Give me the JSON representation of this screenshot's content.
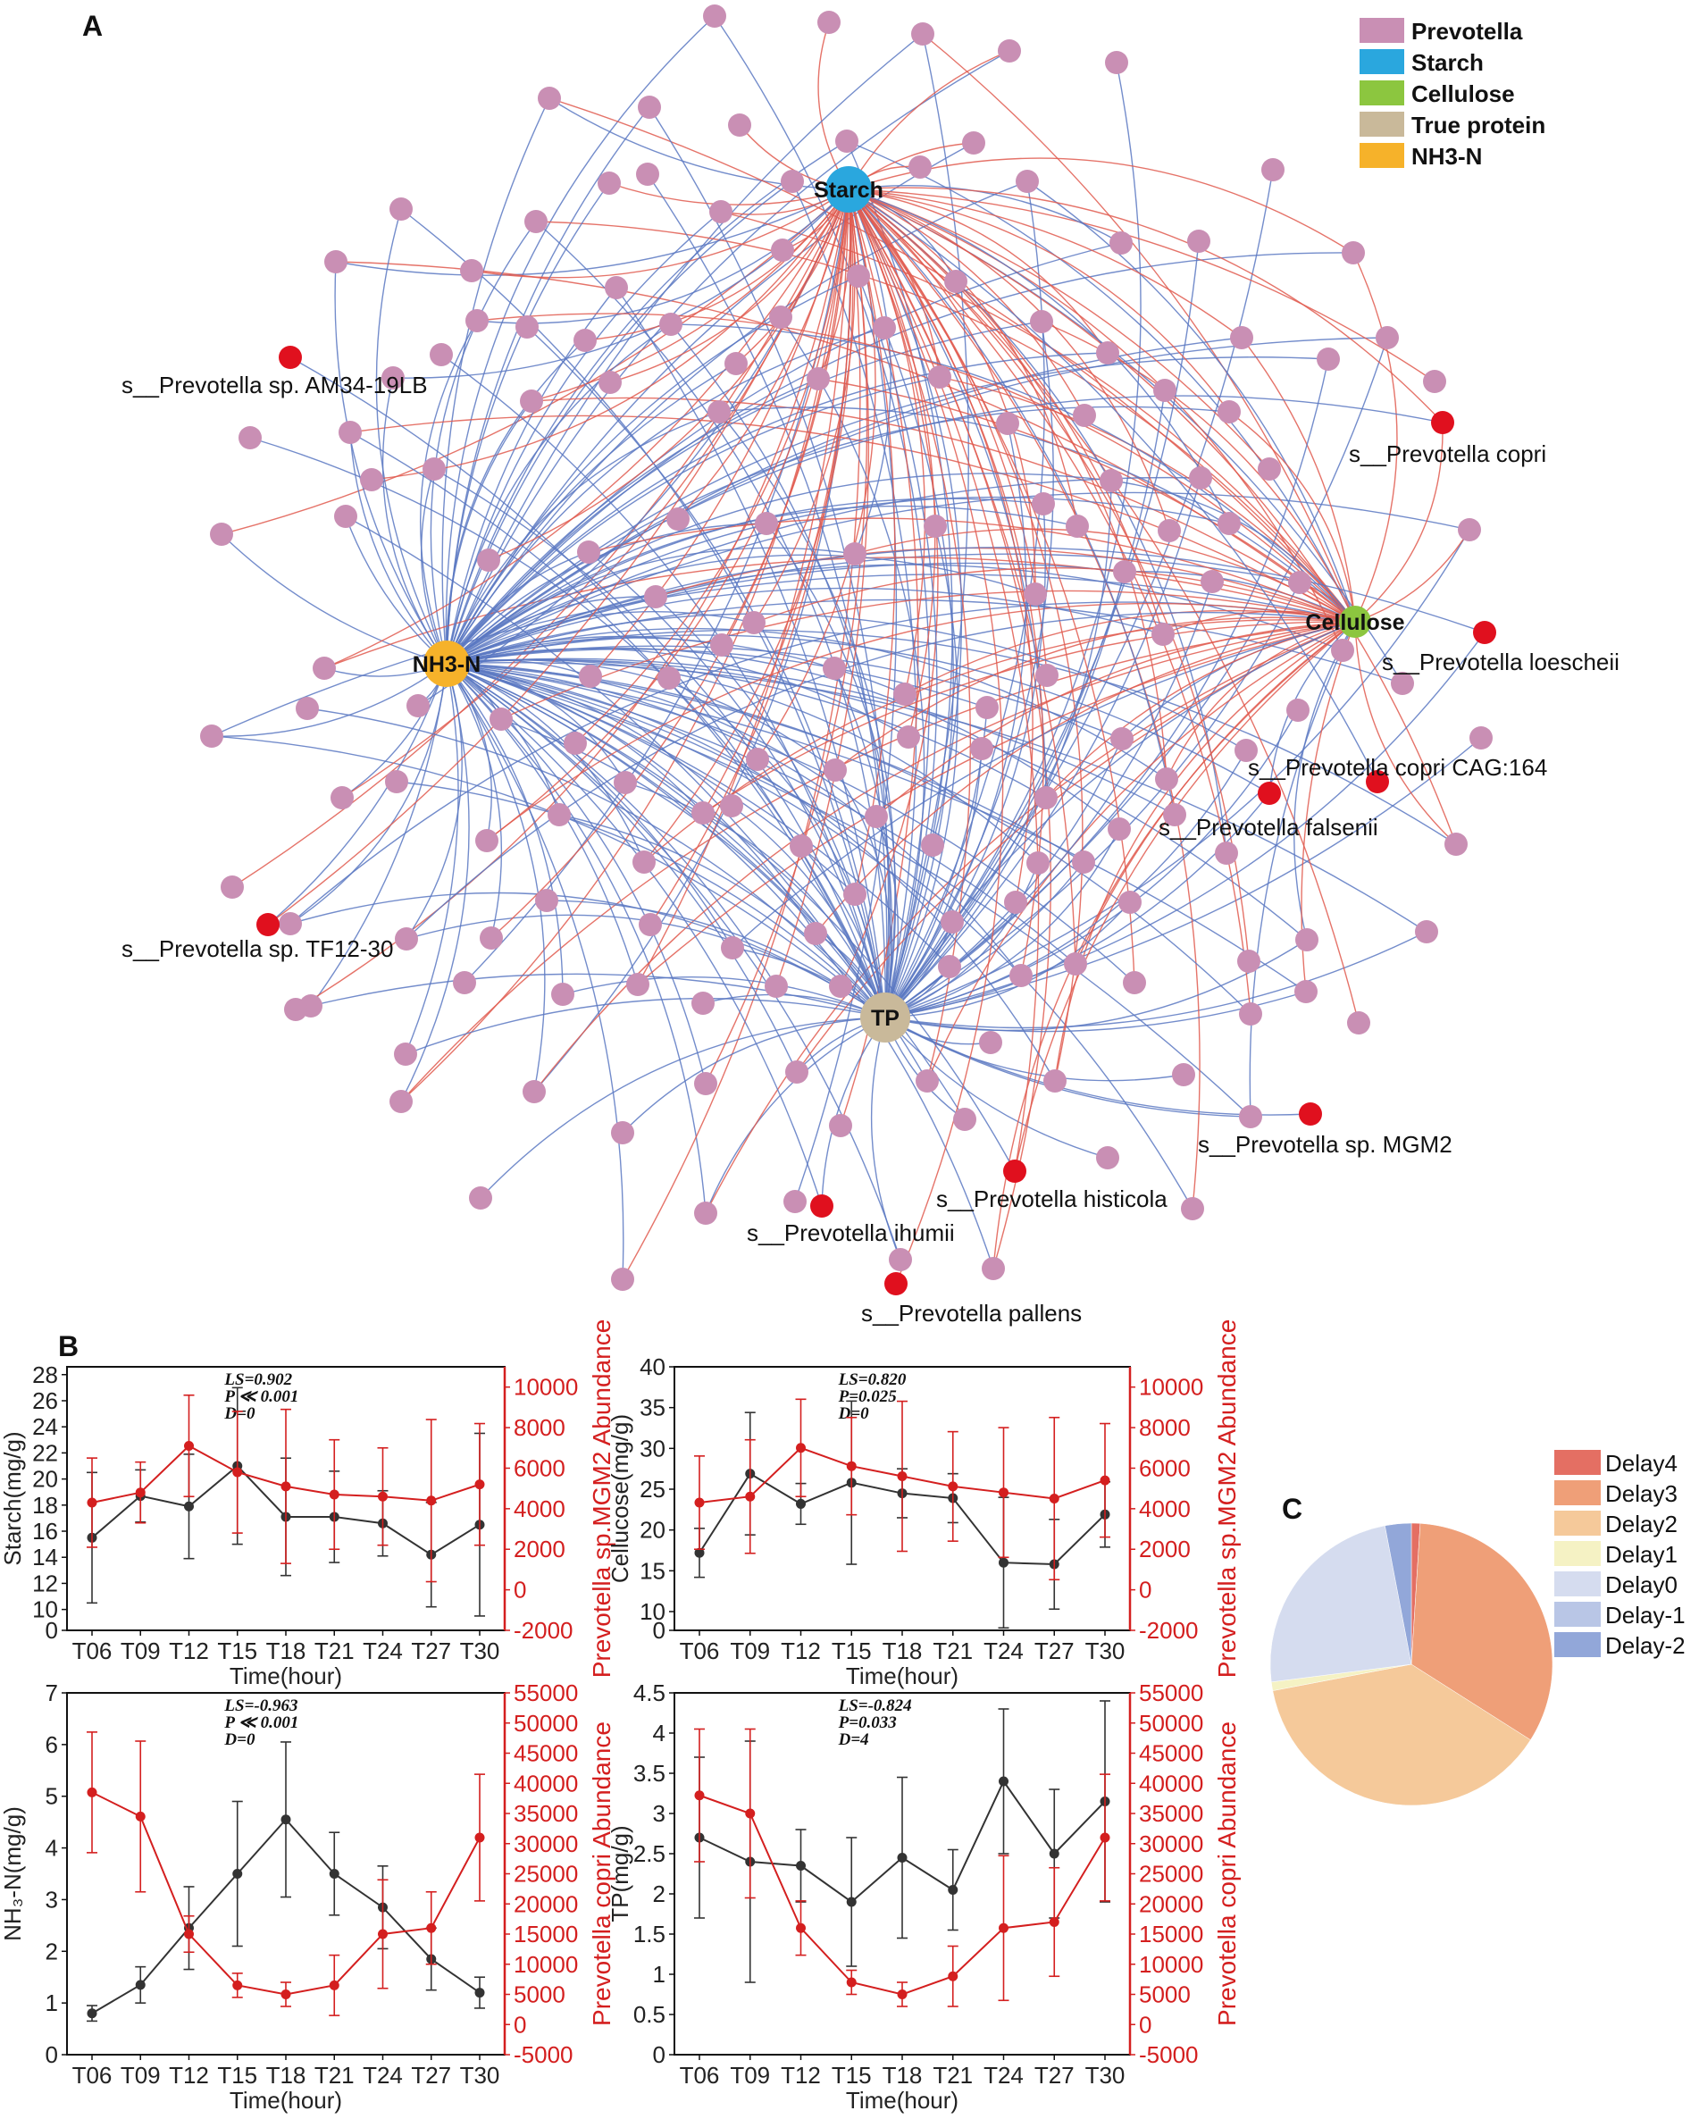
{
  "panels": {
    "a": "A",
    "b": "B",
    "c": "C"
  },
  "network": {
    "legend": [
      {
        "label": "Prevotella",
        "color": "#c98fb4"
      },
      {
        "label": "Starch",
        "color": "#2aa7de"
      },
      {
        "label": "Cellulose",
        "color": "#8cc63f"
      },
      {
        "label": "True protein",
        "color": "#c9b99a"
      },
      {
        "label": "NH3-N",
        "color": "#f6b22a"
      }
    ],
    "hubs": [
      {
        "id": "starch",
        "label": "Starch",
        "color": "#2aa7de"
      },
      {
        "id": "nh3",
        "label": "NH3-N",
        "color": "#f6b22a"
      },
      {
        "id": "cellulose",
        "label": "Cellulose",
        "color": "#8cc63f"
      },
      {
        "id": "tp",
        "label": "TP",
        "color": "#c9b99a"
      }
    ],
    "highlighted_species": [
      "s__Prevotella sp. AM34-19LB",
      "s__Prevotella copri",
      "s__Prevotella loescheii",
      "s__Prevotella copri CAG:164",
      "s__Prevotella falsenii",
      "s__Prevotella sp. TF12-30",
      "s__Prevotella sp. MGM2",
      "s__Prevotella histicola",
      "s__Prevotella ihumii",
      "s__Prevotella pallens"
    ],
    "edge_colors": {
      "positive": "#e05a4f",
      "negative": "#5b78c2"
    },
    "node_color": "#c98fb4",
    "highlight_color": "#e0101e"
  },
  "chart_data": [
    {
      "type": "line",
      "categories": [
        "T06",
        "T09",
        "T12",
        "T15",
        "T18",
        "T21",
        "T24",
        "T27",
        "T30"
      ],
      "xlabel": "Time(hour)",
      "ylabel": "Starch(mg/g)",
      "ylabel_right": "Prevotella sp.MGM2 Abundance",
      "yticks": [
        "0",
        "10",
        "12",
        "14",
        "16",
        "18",
        "20",
        "22",
        "24",
        "26",
        "28"
      ],
      "yticks_right": [
        "-2000",
        "0",
        "2000",
        "4000",
        "6000",
        "8000",
        "10000"
      ],
      "annotation": [
        "LS=0.902",
        "P ≪ 0.001",
        "D=0"
      ],
      "series": [
        {
          "axis": "left",
          "color": "#333333",
          "values": [
            15.5,
            18.7,
            17.9,
            21.0,
            17.1,
            17.1,
            16.6,
            14.2,
            16.5
          ],
          "err": [
            5.0,
            2.0,
            4.0,
            6.0,
            4.5,
            3.5,
            2.5,
            4.0,
            7.0
          ]
        },
        {
          "axis": "right",
          "color": "#d41f1f",
          "values": [
            4300,
            4800,
            7100,
            5800,
            5100,
            4700,
            4600,
            4400,
            5200
          ],
          "err": [
            2200,
            1500,
            2500,
            3000,
            3800,
            2700,
            2400,
            4000,
            3000
          ]
        }
      ]
    },
    {
      "type": "line",
      "categories": [
        "T06",
        "T09",
        "T12",
        "T15",
        "T18",
        "T21",
        "T24",
        "T27",
        "T30"
      ],
      "xlabel": "Time(hour)",
      "ylabel": "Cellucose(mg/g)",
      "ylabel_right": "Prevotella sp.MGM2 Abundance",
      "yticks": [
        "0",
        "10",
        "15",
        "20",
        "25",
        "30",
        "35",
        "40"
      ],
      "yticks_right": [
        "-2000",
        "0",
        "2000",
        "4000",
        "6000",
        "8000",
        "10000"
      ],
      "annotation": [
        "LS=0.820",
        "P=0.025",
        "D=0"
      ],
      "series": [
        {
          "axis": "left",
          "color": "#333333",
          "values": [
            17.2,
            26.9,
            23.2,
            25.8,
            24.5,
            23.9,
            16.0,
            15.8,
            21.9
          ],
          "err": [
            3.0,
            7.5,
            2.5,
            10.0,
            3.0,
            3.0,
            8.0,
            5.5,
            4.0
          ]
        },
        {
          "axis": "right",
          "color": "#d41f1f",
          "values": [
            4300,
            4600,
            7000,
            6100,
            5600,
            5100,
            4800,
            4500,
            5400
          ],
          "err": [
            2300,
            2800,
            2400,
            2400,
            3700,
            2700,
            3200,
            4000,
            2800
          ]
        }
      ]
    },
    {
      "type": "line",
      "categories": [
        "T06",
        "T09",
        "T12",
        "T15",
        "T18",
        "T21",
        "T24",
        "T27",
        "T30"
      ],
      "xlabel": "Time(hour)",
      "ylabel": "NH₃-N(mg/g)",
      "ylabel_right": "Prevotella copri Abundance",
      "yticks": [
        "0",
        "1",
        "2",
        "3",
        "4",
        "5",
        "6",
        "7"
      ],
      "yticks_right": [
        "-5000",
        "0",
        "5000",
        "10000",
        "15000",
        "20000",
        "25000",
        "30000",
        "35000",
        "40000",
        "45000",
        "50000",
        "55000"
      ],
      "annotation": [
        "LS=-0.963",
        "P ≪ 0.001",
        "D=0"
      ],
      "series": [
        {
          "axis": "left",
          "color": "#333333",
          "values": [
            0.8,
            1.35,
            2.45,
            3.5,
            4.55,
            3.5,
            2.85,
            1.85,
            1.2
          ],
          "err": [
            0.15,
            0.35,
            0.8,
            1.4,
            1.5,
            0.8,
            0.8,
            0.6,
            0.3
          ]
        },
        {
          "axis": "right",
          "color": "#d41f1f",
          "values": [
            38500,
            34500,
            15000,
            6500,
            5000,
            6500,
            15000,
            16000,
            31000
          ],
          "err": [
            10000,
            12500,
            3000,
            2000,
            2000,
            5000,
            9000,
            6000,
            10500
          ]
        }
      ]
    },
    {
      "type": "line",
      "categories": [
        "T06",
        "T09",
        "T12",
        "T15",
        "T18",
        "T21",
        "T24",
        "T27",
        "T30"
      ],
      "xlabel": "Time(hour)",
      "ylabel": "TP(mg/g)",
      "ylabel_right": "Prevotella copri Abundance",
      "yticks": [
        "0",
        "0.5",
        "1",
        "1.5",
        "2",
        "2.5",
        "3",
        "3.5",
        "4",
        "4.5"
      ],
      "yticks_right": [
        "-5000",
        "0",
        "5000",
        "10000",
        "15000",
        "20000",
        "25000",
        "30000",
        "35000",
        "40000",
        "45000",
        "50000",
        "55000"
      ],
      "annotation": [
        "LS=-0.824",
        "P=0.033",
        "D=4"
      ],
      "series": [
        {
          "axis": "left",
          "color": "#333333",
          "values": [
            2.7,
            2.4,
            2.35,
            1.9,
            2.45,
            2.05,
            3.4,
            2.5,
            3.15
          ],
          "err": [
            1.0,
            1.5,
            0.45,
            0.8,
            1.0,
            0.5,
            0.9,
            0.8,
            1.25
          ]
        },
        {
          "axis": "right",
          "color": "#d41f1f",
          "values": [
            38000,
            35000,
            16000,
            7000,
            5000,
            8000,
            16000,
            17000,
            31000
          ],
          "err": [
            11000,
            14000,
            4500,
            2000,
            2000,
            5000,
            12000,
            9000,
            10500
          ]
        }
      ]
    },
    {
      "type": "pie",
      "labels": [
        "Delay4",
        "Delay3",
        "Delay2",
        "Delay1",
        "Delay0",
        "Delay-1",
        "Delay-2"
      ],
      "values": [
        1.0,
        33.0,
        38.0,
        1.0,
        24.0,
        0.0,
        3.0
      ],
      "colors": [
        "#e46f63",
        "#ef9f78",
        "#f5c99a",
        "#f5f2c4",
        "#d5dcef",
        "#b9c6e6",
        "#92a7d9"
      ]
    }
  ]
}
